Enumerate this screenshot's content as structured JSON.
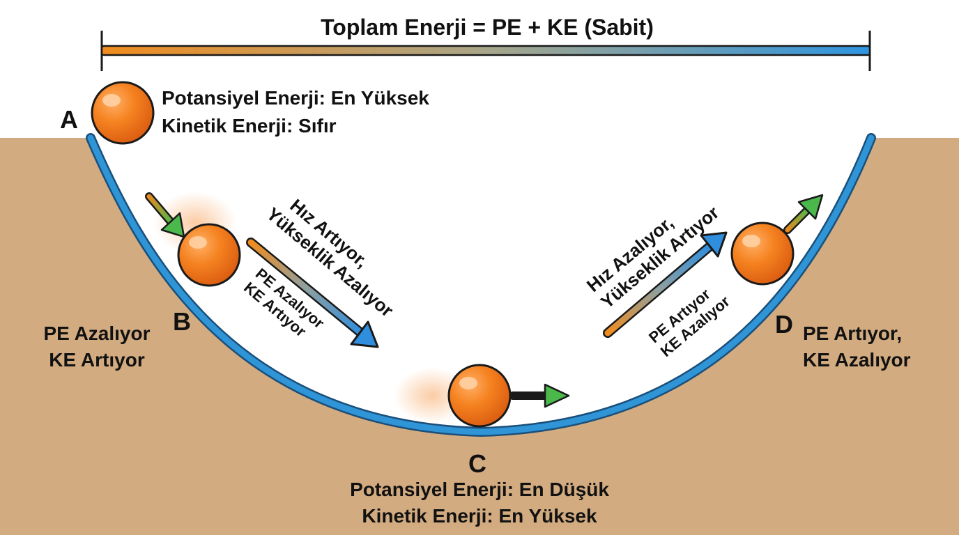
{
  "title": "Toplam Enerji = PE + KE (Sabit)",
  "points": {
    "a": {
      "letter": "A",
      "line1": "Potansiyel Enerji: En Yüksek",
      "line2": "Kinetik Enerji: Sıfır"
    },
    "b": {
      "letter": "B",
      "line1": "PE Azalıyor",
      "line2": "KE Artıyor"
    },
    "c": {
      "letter": "C",
      "line1": "Potansiyel Enerji: En Düşük",
      "line2": "Kinetik Enerji: En Yüksek"
    },
    "d": {
      "letter": "D",
      "line1": "PE Artıyor,",
      "line2": "KE Azalıyor"
    }
  },
  "descent": {
    "speed_line1": "Hız Artıyor,",
    "speed_line2": "Yükseklik Azalıyor",
    "energy_line1": "PE Azalıyor",
    "energy_line2": "KE Artıyor"
  },
  "ascent": {
    "speed_line1": "Hız Azalıyor,",
    "speed_line2": "Yükseklik Artıyor",
    "energy_line1": "PE Artıyor",
    "energy_line2": "KE Azalıyor"
  },
  "colors": {
    "ground": "#d3ab80",
    "track": "#2f95d6",
    "track_outline": "#1a4f7a",
    "ball": "#f07a1a",
    "ball_highlight": "#ffb066",
    "potential": "#e8871e",
    "kinetic": "#2f8ede",
    "velocity_arrow": "#4ab84a"
  }
}
